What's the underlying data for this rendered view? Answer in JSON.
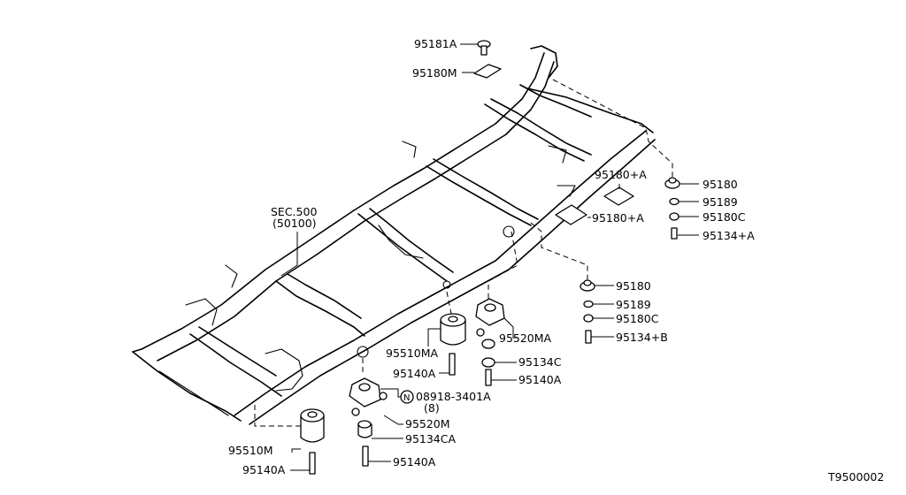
{
  "diagram_code": "T9500002",
  "section_ref": {
    "line1": "SEC.500",
    "line2": "(50100)"
  },
  "parts": [
    {
      "id": "p1",
      "label": "95181A"
    },
    {
      "id": "p2",
      "label": "95180M"
    },
    {
      "id": "p3",
      "label": "95180+A"
    },
    {
      "id": "p4",
      "label": "95180+A"
    },
    {
      "id": "p5",
      "label": "95180"
    },
    {
      "id": "p6",
      "label": "95189"
    },
    {
      "id": "p7",
      "label": "95180C"
    },
    {
      "id": "p8",
      "label": "95134+A"
    },
    {
      "id": "p9",
      "label": "95180"
    },
    {
      "id": "p10",
      "label": "95189"
    },
    {
      "id": "p11",
      "label": "95180C"
    },
    {
      "id": "p12",
      "label": "95134+B"
    },
    {
      "id": "p13",
      "label": "95520MA"
    },
    {
      "id": "p14",
      "label": "95134C"
    },
    {
      "id": "p15",
      "label": "95140A"
    },
    {
      "id": "p16",
      "label": "95510MA"
    },
    {
      "id": "p17",
      "label": "95140A"
    },
    {
      "id": "p18",
      "label": "08918-3401A"
    },
    {
      "id": "p19",
      "label": "(8)"
    },
    {
      "id": "p20",
      "label": "95520M"
    },
    {
      "id": "p21",
      "label": "95134CA"
    },
    {
      "id": "p22",
      "label": "95140A"
    },
    {
      "id": "p23",
      "label": "95510M"
    },
    {
      "id": "p24",
      "label": "95140A"
    }
  ],
  "nut_symbol": "N"
}
